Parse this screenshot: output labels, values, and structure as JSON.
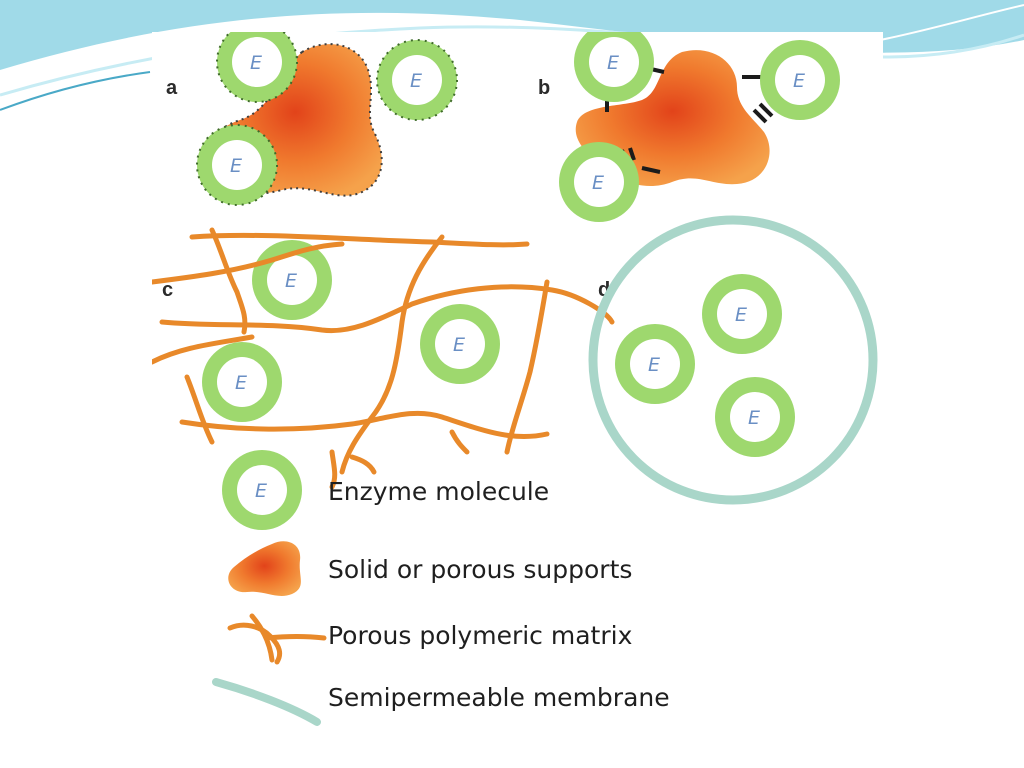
{
  "colors": {
    "enzyme_outer": "#9ed86e",
    "enzyme_inner": "#ffffff",
    "enzyme_letter": "#6a8fc4",
    "support_dark": "#e2431a",
    "support_light": "#f5a24b",
    "matrix": "#e8892a",
    "membrane": "#a9d6c9",
    "slide_band": "#8fd3e4"
  },
  "icons": [
    "enzyme-icon",
    "support-blob-icon",
    "matrix-fiber-icon",
    "membrane-arc-icon"
  ],
  "panels": {
    "a": {
      "label": "a"
    },
    "b": {
      "label": "b"
    },
    "c": {
      "label": "c"
    },
    "d": {
      "label": "d"
    }
  },
  "enzyme_letter": "E",
  "legend": {
    "enzyme": "Enzyme molecule",
    "support": "Solid or porous supports",
    "matrix": "Porous polymeric matrix",
    "membrane": "Semipermeable membrane"
  }
}
